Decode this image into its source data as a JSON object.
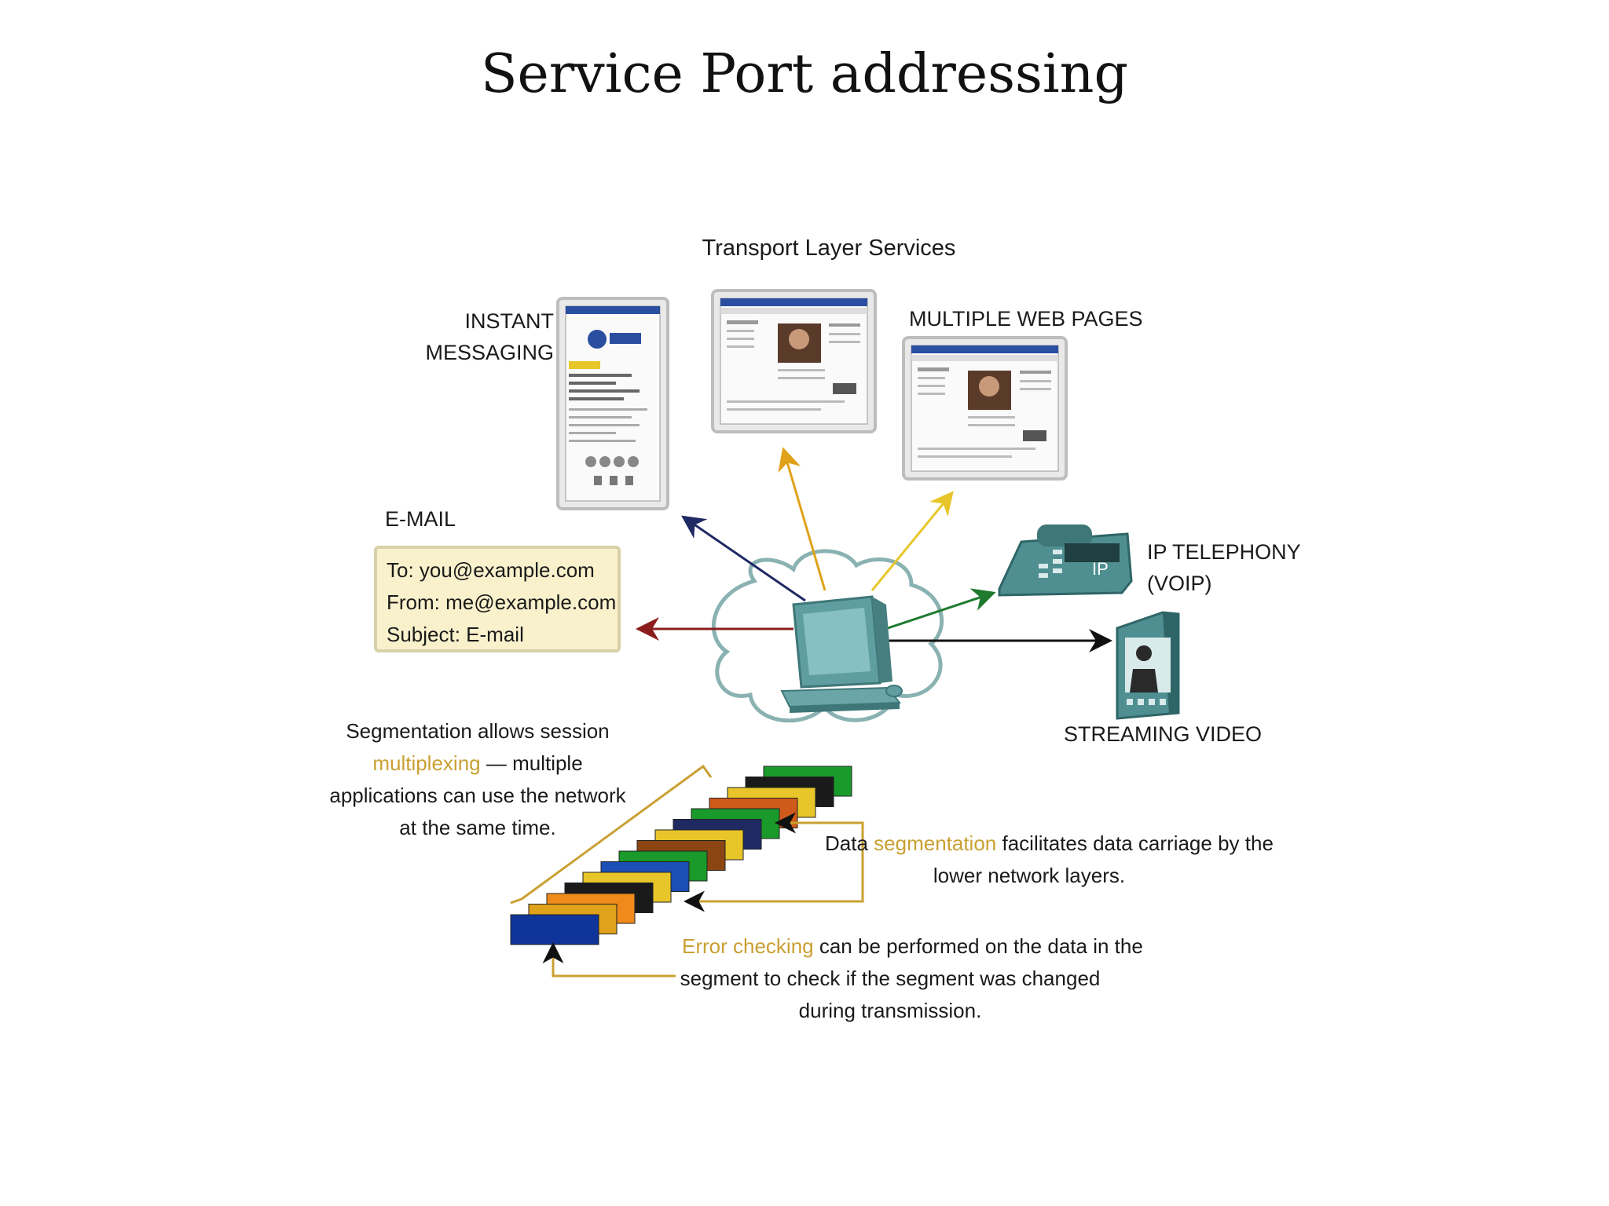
{
  "slide": {
    "title": "Service Port addressing"
  },
  "diagram": {
    "heading": "Transport Layer Services",
    "im_label": [
      "INSTANT",
      "MESSAGING"
    ],
    "web_label": "MULTIPLE WEB PAGES",
    "email_label": "E-MAIL",
    "email_box": {
      "to": "To: you@example.com",
      "from": "From: me@example.com",
      "subject": "Subject: E-mail"
    },
    "phone_badge": "IP",
    "phone_label": [
      "IP TELEPHONY",
      "(VOIP)"
    ],
    "video_label": "STREAMING VIDEO",
    "mux_text": {
      "line1": "Segmentation allows session",
      "line2_hl": "multiplexing",
      "line2_rest": " — multiple",
      "line3": "applications can use the network",
      "line4": "at the same time."
    },
    "seg_text": {
      "pre": "Data ",
      "hl": "segmentation",
      "post": " facilitates data carriage by the",
      "line2": "lower network layers."
    },
    "err_text": {
      "hl": "Error checking",
      "post": " can be performed on the data in the",
      "line2": "segment to check if the segment was changed",
      "line3": "during transmission."
    },
    "colors": {
      "email_arrow": "#8b1d1d",
      "im_arrow": "#1f2a63",
      "web_arrow_1": "#e0a21a",
      "web_arrow_2": "#e8c62a",
      "phone_arrow": "#1f7a2e",
      "video_arrow": "#111111",
      "device": "#5f9ea0",
      "highlight": "#c9a032"
    },
    "segment_colors": [
      "#10359a",
      "#e0a21a",
      "#f08a1a",
      "#1a1a1a",
      "#e8c62a",
      "#1c4fb5",
      "#1a9a2a",
      "#8b4513",
      "#e8c62a",
      "#1f2a63",
      "#1a9a2a",
      "#d05a1a",
      "#e8c62a",
      "#1a1a1a",
      "#1a9a2a"
    ]
  }
}
